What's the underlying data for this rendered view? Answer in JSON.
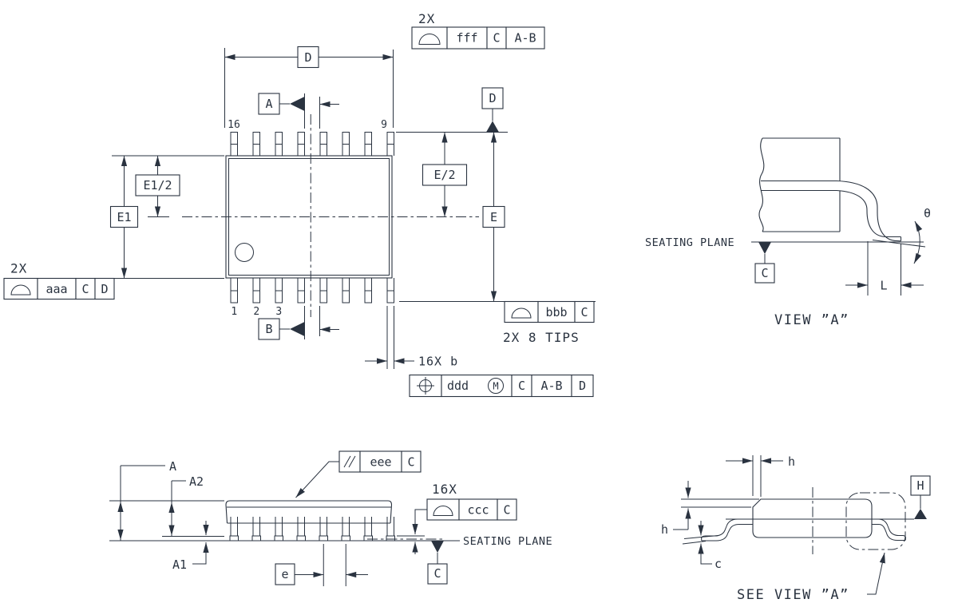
{
  "colors": {
    "line": "#2a3340",
    "background": "#ffffff"
  },
  "top_view": {
    "dims": {
      "d": "D",
      "e": "E",
      "e1": "E1",
      "e1_half": "E1/2",
      "e_half": "E/2",
      "lead_width": "16X b"
    },
    "pins": {
      "top_left": "16",
      "top_right": "9",
      "bot_1": "1",
      "bot_2": "2",
      "bot_3": "3"
    },
    "datums": {
      "a": "A",
      "b": "B",
      "d": "D"
    },
    "fcf_fff": {
      "qty": "2X",
      "symbol": "profile-of-surface",
      "tol": "fff",
      "d1": "C",
      "d2": "A-B"
    },
    "fcf_aaa": {
      "qty": "2X",
      "symbol": "profile-of-surface",
      "tol": "aaa",
      "d1": "C",
      "d2": "D"
    },
    "fcf_bbb": {
      "symbol": "profile-of-surface",
      "tol": "bbb",
      "d1": "C",
      "note": "2X 8 TIPS"
    },
    "fcf_ddd": {
      "symbol": "position",
      "tol": "ddd",
      "mod": "M",
      "d1": "C",
      "d2": "A-B",
      "d3": "D"
    }
  },
  "view_a": {
    "title": "VIEW ”A”",
    "seating_plane": "SEATING PLANE",
    "datum_c": "C",
    "angle": "θ",
    "foot_length": "L"
  },
  "side_view": {
    "dims": {
      "a": "A",
      "a1": "A1",
      "a2": "A2",
      "pitch": "e"
    },
    "fcf_eee": {
      "symbol": "parallelism",
      "tol": "eee",
      "d1": "C"
    },
    "fcf_ccc": {
      "qty": "16X",
      "symbol": "profile-of-surface",
      "tol": "ccc",
      "d1": "C"
    },
    "seating_plane": "SEATING PLANE",
    "datum_c": "C"
  },
  "end_view": {
    "dims": {
      "h_top": "h",
      "h_side": "h",
      "c": "c"
    },
    "datum_h": "H",
    "note": "SEE VIEW ”A”"
  }
}
